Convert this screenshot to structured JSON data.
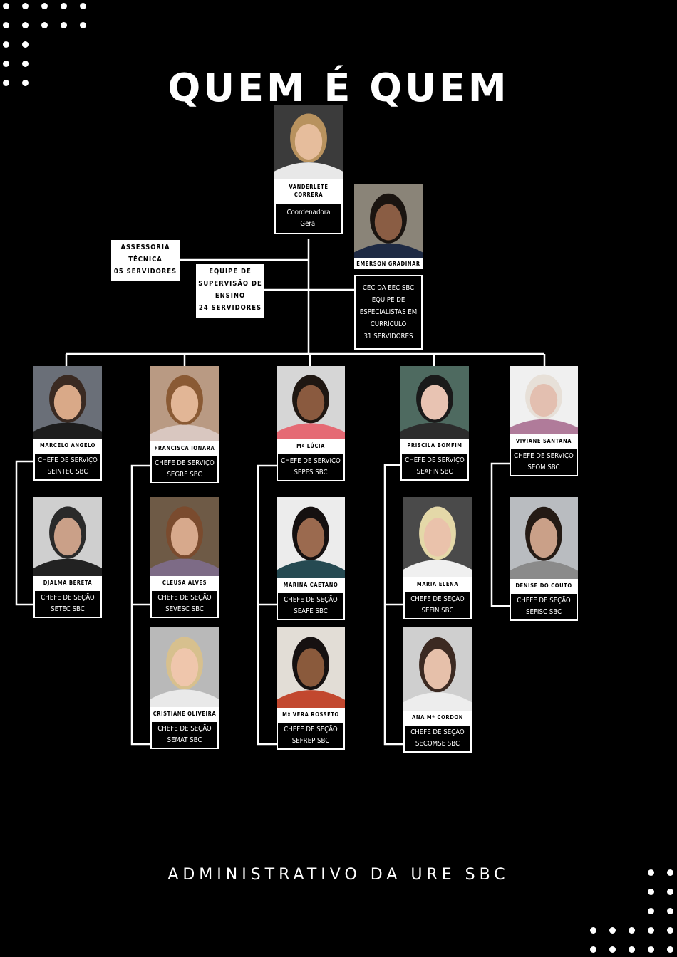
{
  "title": "QUEM É QUEM",
  "footer": "ADMINISTRATIVO DA URE SBC",
  "coordinator": {
    "name": [
      "VANDERLETE",
      "CORRERA"
    ],
    "role": [
      "Coordenadora",
      "Geral"
    ]
  },
  "cec": {
    "name": "EMERSON GRADINAR",
    "role": [
      "CEC DA EEC SBC",
      "EQUIPE DE",
      "ESPECIALISTAS EM",
      "CURRÍCULO",
      "31 SERVIDORES"
    ]
  },
  "assessoria": [
    "ASSESSORIA",
    "TÉCNICA",
    "05 SERVIDORES"
  ],
  "supervisao": [
    "EQUIPE DE",
    "SUPERVISÃO DE",
    "ENSINO",
    "24 SERVIDORES"
  ],
  "people": [
    {
      "name": "MARCELO ANGELO",
      "role": [
        "CHEFE DE SERVIÇO",
        "SEINTEC SBC"
      ]
    },
    {
      "name": "DJALMA BERETA",
      "role": [
        "CHEFE DE SEÇÃO",
        "SETEC SBC"
      ]
    },
    {
      "name": "FRANCISCA IONARA",
      "role": [
        "CHEFE DE SERVIÇO",
        "SEGRE SBC"
      ]
    },
    {
      "name": "CLEUSA ALVES",
      "role": [
        "CHEFE DE SEÇÃO",
        "SEVESC SBC"
      ]
    },
    {
      "name": "CRISTIANE OLIVEIRA",
      "role": [
        "CHEFE DE SEÇÃO",
        "SEMAT SBC"
      ]
    },
    {
      "name": "Mª LÚCIA",
      "role": [
        "CHEFE DE SERVIÇO",
        "SEPES SBC"
      ]
    },
    {
      "name": "MARINA CAETANO",
      "role": [
        "CHEFE DE SEÇÃO",
        "SEAPE SBC"
      ]
    },
    {
      "name": "Mª VERA ROSSETO",
      "role": [
        "CHEFE DE SEÇÃO",
        "SEFREP SBC"
      ]
    },
    {
      "name": "PRISCILA BOMFIM",
      "role": [
        "CHEFE DE SERVIÇO",
        "SEAFIN SBC"
      ]
    },
    {
      "name": "MARIA ELENA",
      "role": [
        "CHEFE DE SEÇÃO",
        "SEFIN SBC"
      ]
    },
    {
      "name": "ANA Mª CORDON",
      "role": [
        "CHEFE DE SEÇÃO",
        "SECOMSE SBC"
      ]
    },
    {
      "name": "VIVIANE SANTANA",
      "role": [
        "CHEFE DE SERVIÇO",
        "SEOM SBC"
      ]
    },
    {
      "name": "DENISE DO COUTO",
      "role": [
        "CHEFE DE SEÇÃO",
        "SEFISC SBC"
      ]
    }
  ]
}
